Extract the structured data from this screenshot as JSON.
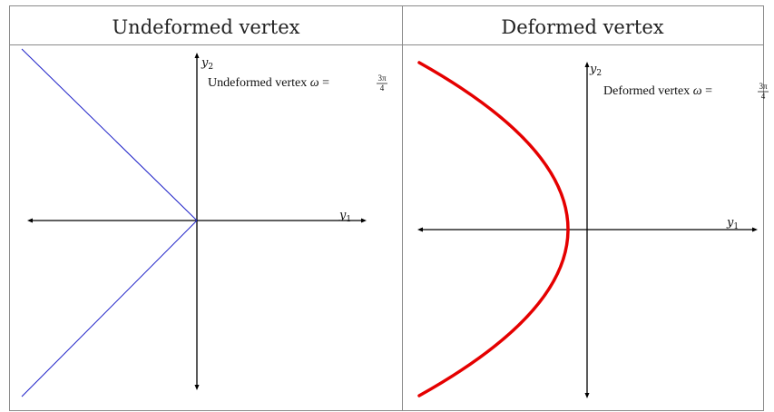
{
  "headers": {
    "left": "Undeformed vertex",
    "right": "Deformed vertex"
  },
  "left_panel": {
    "annotation_text": "Undeformed vertex",
    "omega_symbol": "ω",
    "equals": "=",
    "fraction_numerator": "3π",
    "fraction_denominator": "4",
    "axis_x_label": "y",
    "axis_x_sub": "1",
    "axis_y_label": "y",
    "axis_y_sub": "2",
    "line_color": "#1f22c8"
  },
  "right_panel": {
    "annotation_text": "Deformed vertex",
    "omega_symbol": "ω",
    "equals": "=",
    "fraction_numerator": "3π",
    "fraction_denominator": "4",
    "axis_x_label": "y",
    "axis_x_sub": "1",
    "axis_y_label": "y",
    "axis_y_sub": "2",
    "curve_color": "#e50000"
  }
}
